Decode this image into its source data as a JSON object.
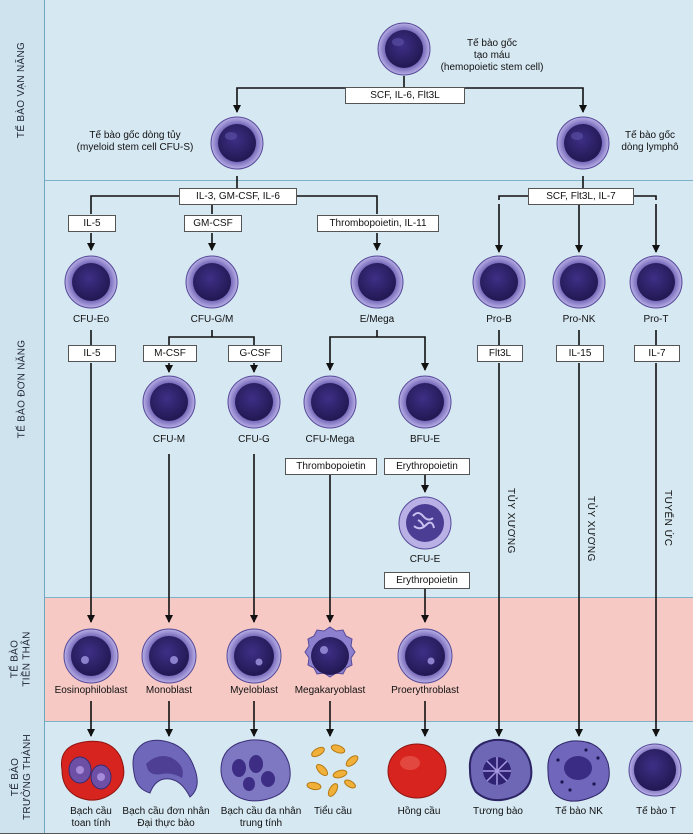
{
  "stages": {
    "pluripotent": "TẾ BÀO VẠN NĂNG",
    "unipotent": "TẾ BÀO ĐƠN NĂNG",
    "precursor": "TẾ BÀO\nTIỀN THÂN",
    "mature": "TẾ BÀO\nTRƯỞNG THÀNH"
  },
  "nodes": {
    "hsc_line1": "Tế bào gốc",
    "hsc_line2": "tạo máu",
    "hsc_line3": "(hemopoietic stem cell)",
    "myeloid_line1": "Tế bào gốc dòng tủy",
    "myeloid_line2": "(myeloid stem cell CFU-S)",
    "lymphoid_line1": "Tế bào gốc",
    "lymphoid_line2": "dòng lymphô",
    "cfu_eo": "CFU-Eo",
    "cfu_gm": "CFU-G/M",
    "e_mega": "E/Mega",
    "pro_b": "Pro-B",
    "pro_nk": "Pro-NK",
    "pro_t": "Pro-T",
    "cfu_m": "CFU-M",
    "cfu_g": "CFU-G",
    "cfu_mega": "CFU-Mega",
    "bfu_e": "BFU-E",
    "cfu_e": "CFU-E",
    "eosinophiloblast": "Eosinophiloblast",
    "monoblast": "Monoblast",
    "myeloblast": "Myeloblast",
    "megakaryoblast": "Megakaryoblast",
    "proerythroblast": "Proerythroblast"
  },
  "cytokines": {
    "top": "SCF, IL-6, Flt3L",
    "myeloid": "IL-3, GM-CSF, IL-6",
    "lymphoid": "SCF, Flt3L, IL-7",
    "il5_a": "IL-5",
    "gm_csf": "GM-CSF",
    "thrombo_il11": "Thrombopoietin, IL-11",
    "il5_b": "IL-5",
    "m_csf": "M-CSF",
    "g_csf": "G-CSF",
    "flt3l": "Flt3L",
    "il15": "IL-15",
    "il7": "IL-7",
    "thrombopoietin": "Thrombopoietin",
    "erythropoietin_a": "Erythropoietin",
    "erythropoietin_b": "Erythropoietin"
  },
  "sites": {
    "bone_marrow_a": "TỦY XƯƠNG",
    "bone_marrow_b": "TỦY XƯƠNG",
    "thymus": "TUYẾN ỨC"
  },
  "mature": {
    "eosinophil_line1": "Bạch cầu",
    "eosinophil_line2": "toan tính",
    "monocyte_line1": "Bạch cầu đơn nhân",
    "monocyte_line2": "Đại thực bào",
    "neutrophil_line1": "Bạch cầu đa nhân",
    "neutrophil_line2": "trung tính",
    "platelet": "Tiểu cầu",
    "rbc": "Hồng cầu",
    "plasma": "Tương bào",
    "nk": "Tế bào NK",
    "t_cell": "Tế bào T"
  },
  "colors": {
    "band_blue": "#d6e8f2",
    "band_pink": "#f6c9c4",
    "cell_nucleus": "#3c2d7a",
    "cell_rim": "#7d6fc0",
    "red": "#d8241e",
    "platelet": "#f0b03a"
  }
}
